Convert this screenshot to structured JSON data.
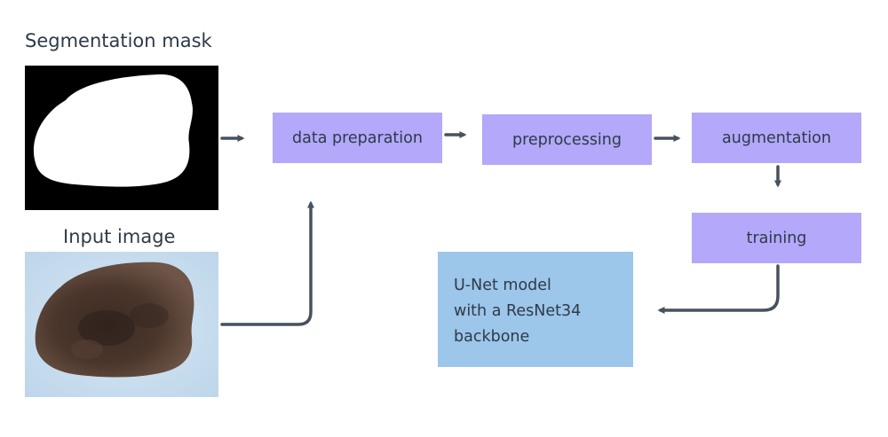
{
  "captions": {
    "segmentation_mask": "Segmentation mask",
    "input_image": "Input image"
  },
  "steps": {
    "data_preparation": "data preparation",
    "preprocessing": "preprocessing",
    "augmentation": "augmentation",
    "training": "training"
  },
  "model": {
    "line1": "U-Net model",
    "line2": "with a ResNet34",
    "line3": "backbone"
  },
  "colors": {
    "step_fill": "#b3a8fa",
    "model_fill": "#9cc6ea",
    "arrow": "#46525e",
    "text": "#2f3a48"
  }
}
